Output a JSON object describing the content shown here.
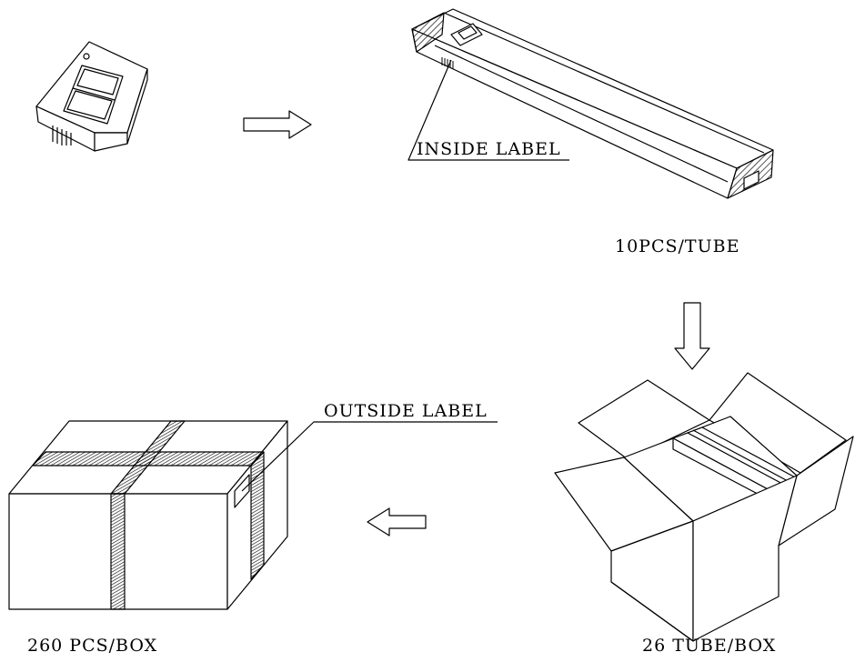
{
  "labels": {
    "inside_label": "INSIDE LABEL",
    "tube_qty": "10PCS/TUBE",
    "outside_label": "OUTSIDE LABEL",
    "box_qty": "260 PCS/BOX",
    "tubes_per_box": "26 TUBE/BOX"
  }
}
